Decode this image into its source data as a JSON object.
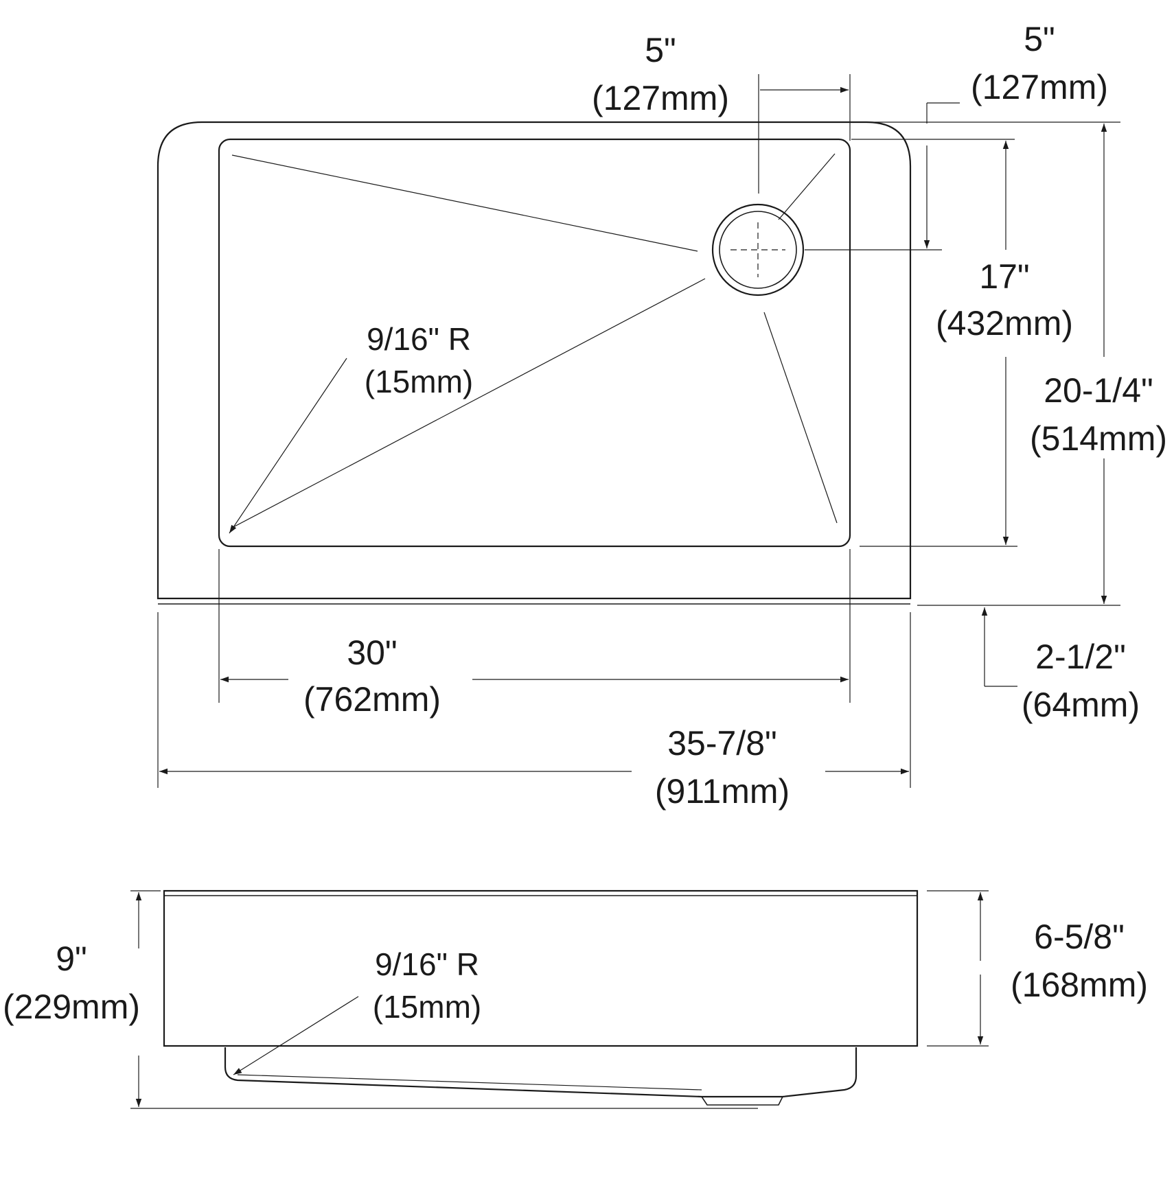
{
  "top_view": {
    "drain_offset_top": {
      "imperial": "5\"",
      "metric": "(127mm)"
    },
    "drain_offset_right": {
      "imperial": "5\"",
      "metric": "(127mm)"
    },
    "bowl_depth": {
      "imperial": "17\"",
      "metric": "(432mm)"
    },
    "overall_depth": {
      "imperial": "20-1/4\"",
      "metric": "(514mm)"
    },
    "corner_radius": {
      "imperial": "9/16\" R",
      "metric": "(15mm)"
    },
    "bowl_width": {
      "imperial": "30\"",
      "metric": "(762mm)"
    },
    "apron": {
      "imperial": "2-1/2\"",
      "metric": "(64mm)"
    },
    "overall_width": {
      "imperial": "35-7/8\"",
      "metric": "(911mm)"
    }
  },
  "front_view": {
    "overall_height": {
      "imperial": "9\"",
      "metric": "(229mm)"
    },
    "corner_radius": {
      "imperial": "9/16\" R",
      "metric": "(15mm)"
    },
    "apron_height": {
      "imperial": "6-5/8\"",
      "metric": "(168mm)"
    }
  }
}
